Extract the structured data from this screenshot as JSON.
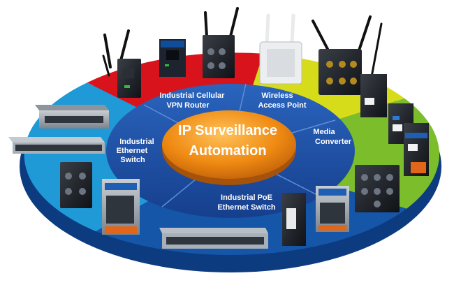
{
  "hub": {
    "line1": "IP Surveillance",
    "line2": "Automation"
  },
  "segments": [
    {
      "id": "cellular",
      "lines": [
        "Industrial Cellular",
        "VPN Router"
      ]
    },
    {
      "id": "wireless",
      "lines": [
        "Wireless",
        "Access Point"
      ]
    },
    {
      "id": "media",
      "lines": [
        "Media",
        "Converter"
      ]
    },
    {
      "id": "poe",
      "lines": [
        "Industrial PoE",
        "Ethernet Switch"
      ]
    },
    {
      "id": "ethernet",
      "lines": [
        "Industrial",
        "Ethernet",
        "Switch"
      ]
    }
  ],
  "colors": {
    "red": "#d8131b",
    "yellow": "#d7dc1a",
    "green": "#7cbd2c",
    "lightblue": "#1f9ad6",
    "darkblue": "#1556a8",
    "inner_blue": "#1d4fa6",
    "hub_orange": "#ef8a12"
  }
}
